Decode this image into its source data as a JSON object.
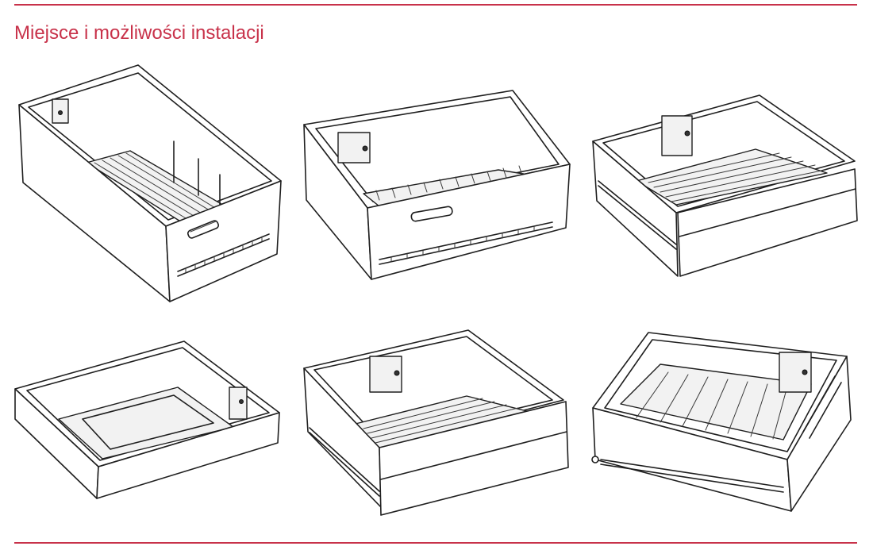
{
  "colors": {
    "accent": "#c8324a",
    "line": "#1f1f1f"
  },
  "header": {
    "title": "Miejsce i możliwości instalacji"
  },
  "illustrations": [
    {
      "name": "drawer-tall-with-dividers"
    },
    {
      "name": "drawer-crisper-with-handle"
    },
    {
      "name": "drawer-slim-with-front"
    },
    {
      "name": "drawer-shallow-tray"
    },
    {
      "name": "drawer-deep-with-front"
    },
    {
      "name": "drawer-wide-with-rail"
    }
  ]
}
